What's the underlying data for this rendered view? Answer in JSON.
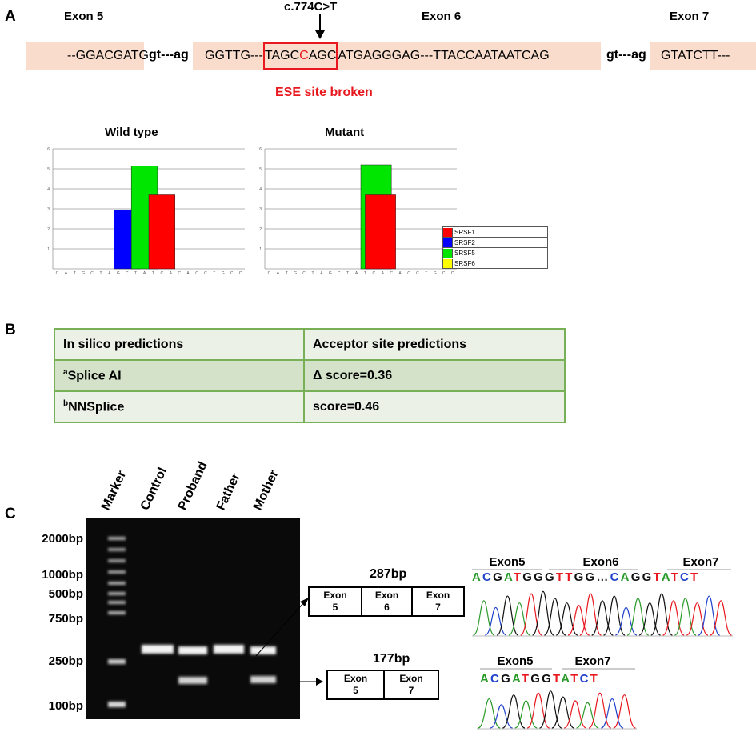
{
  "panelA": {
    "label": "A",
    "mutation": "c.774C>T",
    "exon5": {
      "title": "Exon 5",
      "seq": "--GGACGATG"
    },
    "intron1": "gt---ag",
    "exon6": {
      "title": "Exon 6",
      "seq_pre": "GGTTG---",
      "seq_box_a": "TAGC",
      "seq_box_mut": "C",
      "seq_box_b": "AGC",
      "seq_post": "ATGAGGGAG---TTACCAATAATCAG"
    },
    "intron2": "gt---ag",
    "exon7": {
      "title": "Exon 7",
      "seq": "GTATCTT---"
    },
    "ese_note": "ESE site broken",
    "colors": {
      "SRSF1": "#ff0000",
      "SRSF2": "#0000ff",
      "SRSF5": "#00e600",
      "SRSF6": "#ffff00",
      "sequence_bg": "#f9dccb",
      "mutation": "#e8181e"
    }
  },
  "chart_data": [
    {
      "type": "bar",
      "title": "Wild type",
      "yticks": [
        1,
        2,
        3,
        4,
        5,
        6
      ],
      "ylim": [
        0,
        6
      ],
      "x_ticks": "C A T G C T A G C T A T C A C A C C T G C C",
      "series": [
        {
          "name": "SRSF2",
          "x_start": 7,
          "x_end": 10,
          "value": 2.95
        },
        {
          "name": "SRSF5",
          "x_start": 9,
          "x_end": 12,
          "value": 5.15
        },
        {
          "name": "SRSF1",
          "x_start": 11,
          "x_end": 14,
          "value": 3.7
        }
      ],
      "grid": true
    },
    {
      "type": "bar",
      "title": "Mutant",
      "yticks": [
        1,
        2,
        3,
        4,
        5,
        6
      ],
      "ylim": [
        0,
        6
      ],
      "x_ticks": "C A T G C T A G C T A T C A C A C C T G C C",
      "series": [
        {
          "name": "SRSF5",
          "x_start": 11,
          "x_end": 14.5,
          "value": 5.2
        },
        {
          "name": "SRSF1",
          "x_start": 11.5,
          "x_end": 15,
          "value": 3.7
        }
      ],
      "grid": true,
      "legend": [
        "SRSF1",
        "SRSF2",
        "SRSF5",
        "SRSF6"
      ]
    }
  ],
  "panelB": {
    "label": "B",
    "header": [
      "In silico predictions",
      "Acceptor site predictions"
    ],
    "rows": [
      {
        "sup": "a",
        "name": "Splice AI",
        "value": "Δ score=0.36"
      },
      {
        "sup": "b",
        "name": "NNSplice",
        "value": "score=0.46"
      }
    ]
  },
  "panelC": {
    "label": "C",
    "lanes": [
      "Marker",
      "Control",
      "Proband",
      "Father",
      "Mother"
    ],
    "ladder": [
      "2000bp",
      "1000bp",
      "500bp",
      "750bp",
      "250bp",
      "100bp"
    ],
    "product_long": {
      "size": "287bp",
      "exons": [
        "Exon\n5",
        "Exon\n6",
        "Exon\n7"
      ]
    },
    "product_short": {
      "size": "177bp",
      "exons": [
        "Exon\n5",
        "Exon\n7"
      ]
    },
    "seq_top": {
      "heads": [
        "Exon5",
        "Exon6",
        "Exon7"
      ],
      "letters": "ACGATGGGTTGG…CAGGTATCT"
    },
    "seq_bottom": {
      "heads": [
        "Exon5",
        "Exon7"
      ],
      "letters": "ACGATGGTATCT"
    }
  }
}
